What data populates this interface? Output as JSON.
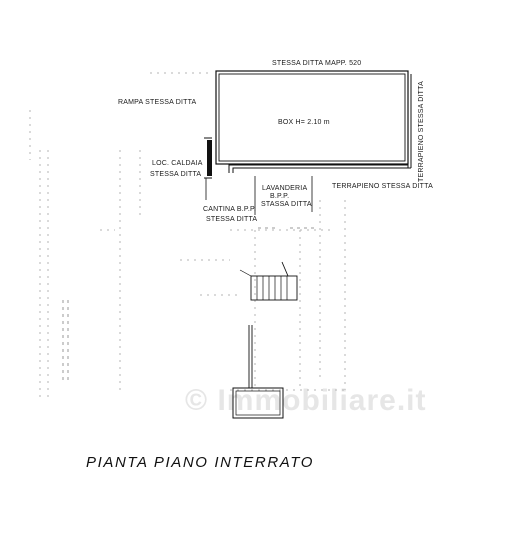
{
  "plan": {
    "caption": "PIANTA PIANO INTERRATO",
    "watermark": "© Immobiliare.it",
    "labels": {
      "stessa_ditta_mapp": "STESSA DITTA MAPP. 520",
      "rampa": "RAMPA STESSA DITTA",
      "box": "BOX  H= 2.10 m",
      "terrapieno_vertical": "TERRAPIENO STESSA DITTA",
      "terrapieno_horizontal": "TERRAPIENO STESSA DITTA",
      "loc_caldaia_line1": "LOC. CALDAIA",
      "loc_caldaia_line2": "STESSA DITTA",
      "lavanderia_line1": "LAVANDERIA",
      "lavanderia_line2": "B.P.P.",
      "lavanderia_line3": "STASSA DITTA",
      "cantina_line1": "CANTINA B.P.P.",
      "cantina_line2": "STESSA DITTA"
    }
  }
}
